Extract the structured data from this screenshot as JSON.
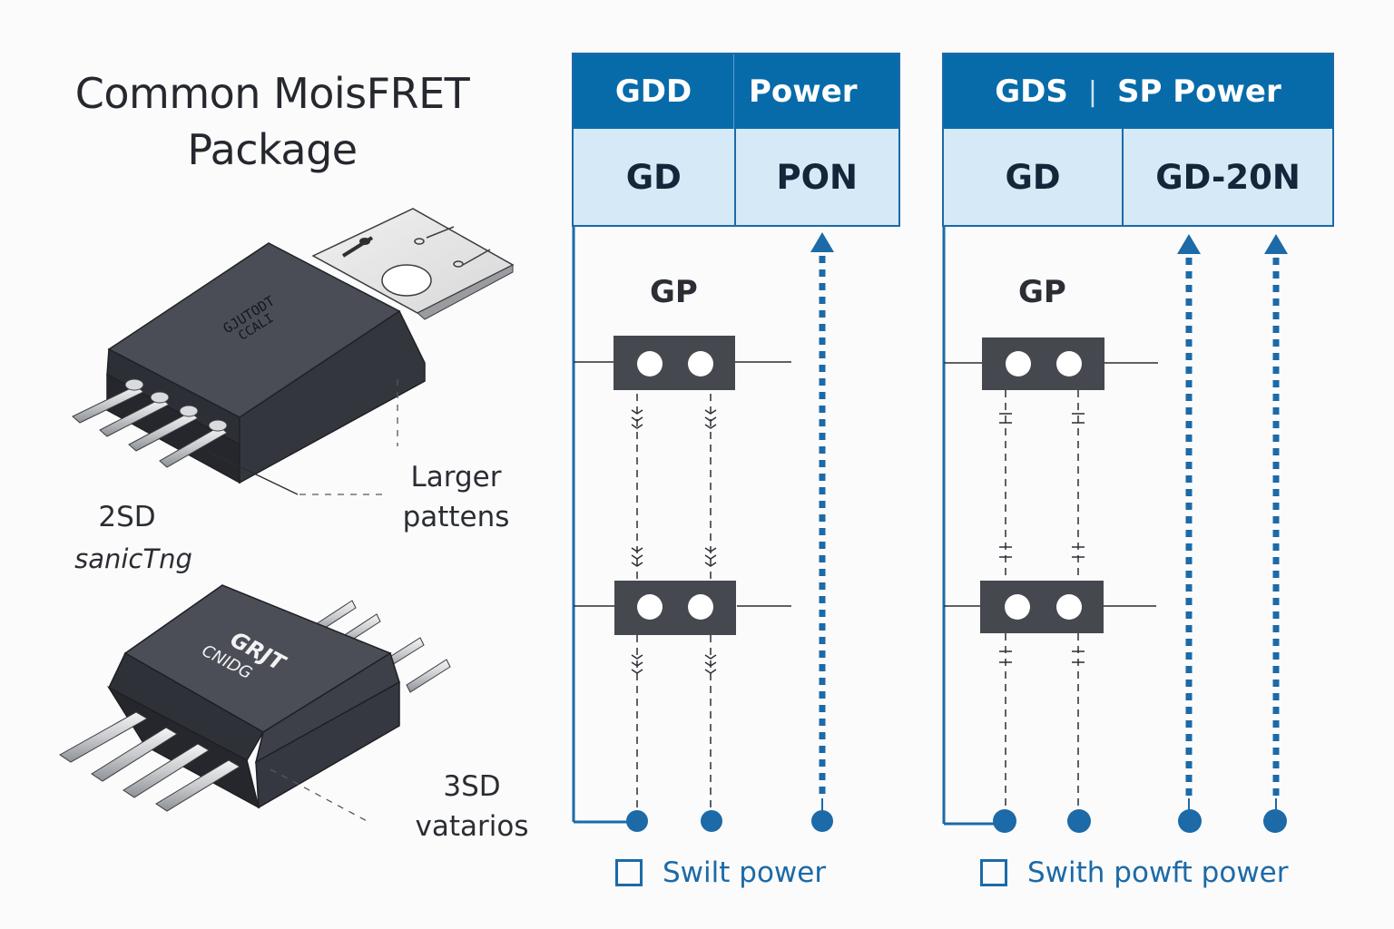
{
  "title": {
    "line1": "Common MoisFRET",
    "line2": "Package"
  },
  "packages": [
    {
      "marking": [
        "GJUTODT",
        "CCALI"
      ],
      "callout": [
        "Larger",
        "pattens"
      ],
      "side_label": "2SD",
      "side_caption": "sanicTng"
    },
    {
      "marking": [
        "GRJT",
        "CNIDG"
      ],
      "callout": [
        "3SD",
        "vatarios"
      ]
    }
  ],
  "diagrams": [
    {
      "header": [
        "GDD",
        "Power"
      ],
      "body": [
        "GD",
        "PON"
      ],
      "gp_label": "GP",
      "legend": "Swilt power"
    },
    {
      "header": [
        "GDS",
        "SP Power"
      ],
      "header_divider": "|",
      "body": [
        "GD",
        "GD-20N"
      ],
      "gp_label": "GP",
      "legend": "Swith powft power"
    }
  ],
  "colors": {
    "accent": "#086ba9",
    "accent_light": "#d5e9f7",
    "dark_component": "#46484f",
    "text_dark": "#25282e"
  }
}
